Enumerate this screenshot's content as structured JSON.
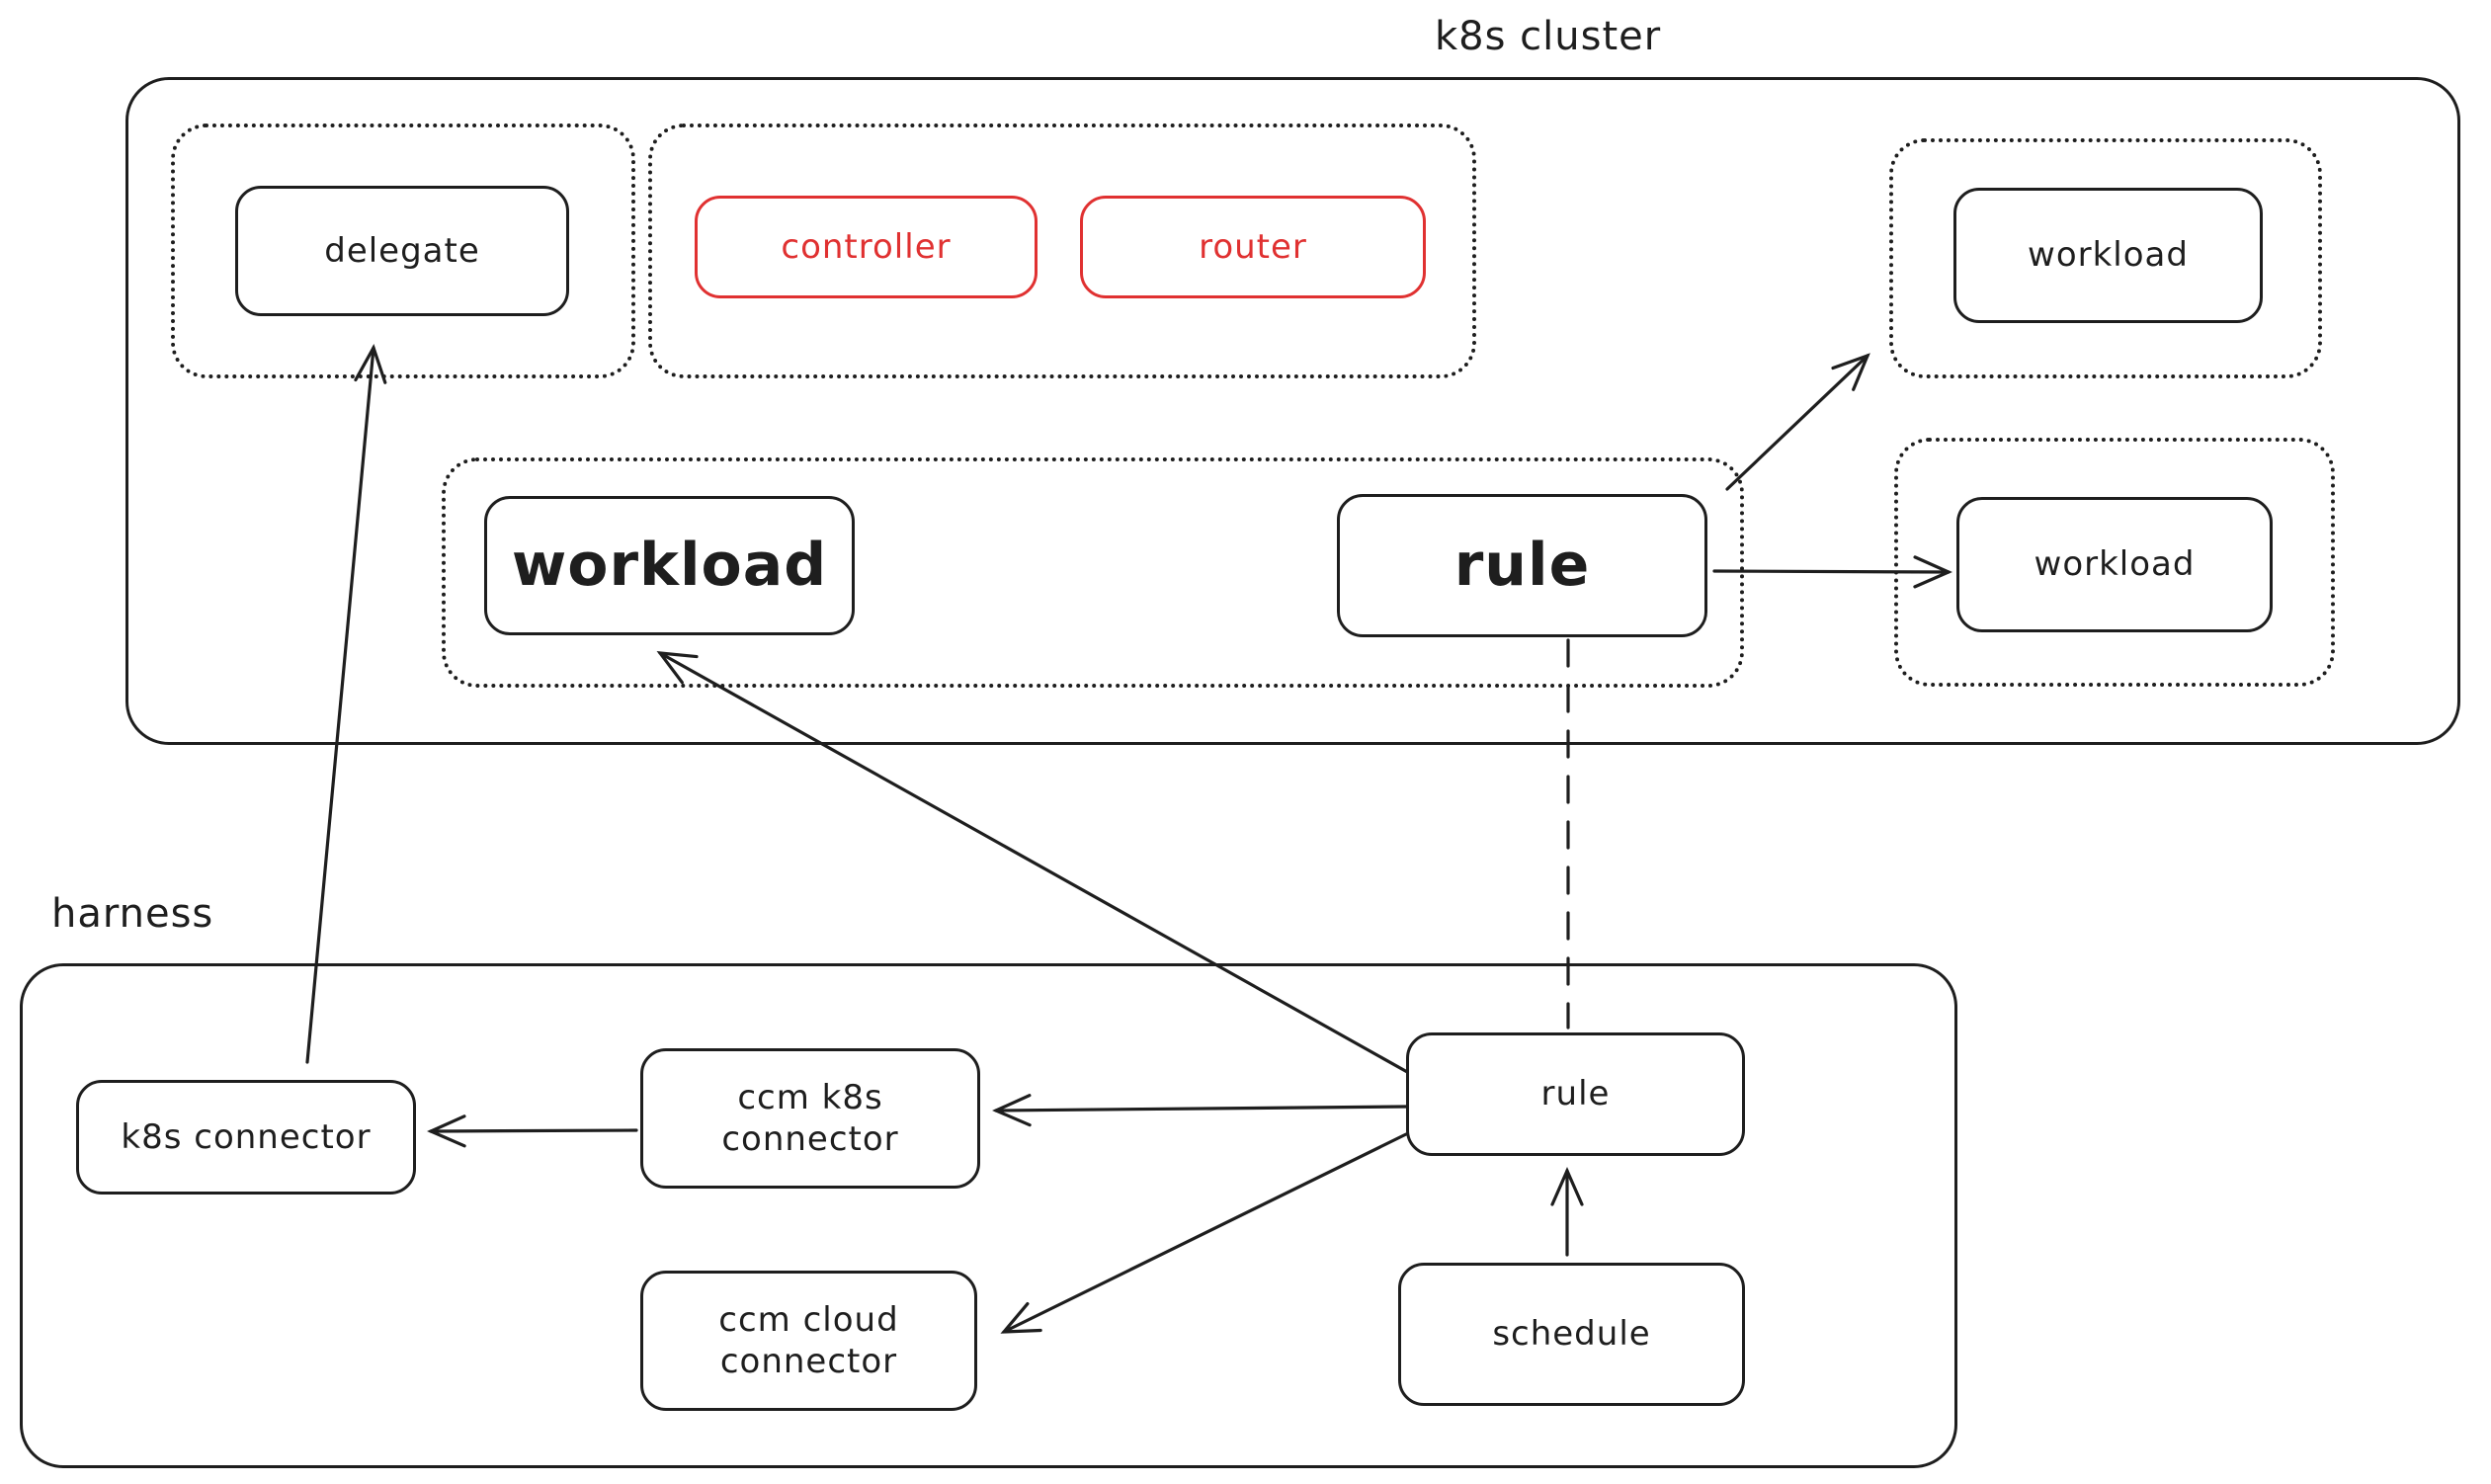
{
  "diagram": {
    "background": "#ffffff",
    "ink_color": "#1e1e1e",
    "accent_red": "#e03131",
    "clusters": {
      "k8s_cluster": {
        "label": "k8s cluster"
      },
      "harness": {
        "label": "harness"
      }
    },
    "nodes": {
      "delegate": {
        "label": "delegate"
      },
      "controller": {
        "label": "controller",
        "color": "#e03131"
      },
      "router": {
        "label": "router",
        "color": "#e03131"
      },
      "workload_top_right": {
        "label": "workload"
      },
      "workload_middle": {
        "label": "workload"
      },
      "rule_cluster": {
        "label": "rule"
      },
      "workload_right": {
        "label": "workload"
      },
      "k8s_connector": {
        "label": "k8s connector"
      },
      "ccm_k8s_connector": {
        "label": "ccm k8s connector",
        "lines": [
          "ccm k8s",
          "connector"
        ]
      },
      "ccm_cloud_connector": {
        "label": "ccm cloud connector",
        "lines": [
          "ccm cloud",
          "connector"
        ]
      },
      "rule_harness": {
        "label": "rule"
      },
      "schedule": {
        "label": "schedule"
      }
    },
    "edges": [
      {
        "from": "k8s_connector",
        "to": "delegate",
        "style": "solid-arrow"
      },
      {
        "from": "rule_harness",
        "to": "workload_middle",
        "style": "solid-arrow"
      },
      {
        "from": "rule_cluster",
        "to": "workload_top_right",
        "style": "solid-arrow"
      },
      {
        "from": "rule_cluster",
        "to": "workload_right",
        "style": "solid-arrow"
      },
      {
        "from": "rule_cluster",
        "to": "rule_harness",
        "style": "dashed"
      },
      {
        "from": "rule_harness",
        "to": "ccm_k8s_connector",
        "style": "solid-arrow"
      },
      {
        "from": "rule_harness",
        "to": "ccm_cloud_connector",
        "style": "solid-arrow"
      },
      {
        "from": "ccm_k8s_connector",
        "to": "k8s_connector",
        "style": "solid-arrow"
      },
      {
        "from": "schedule",
        "to": "rule_harness",
        "style": "solid-arrow"
      }
    ]
  }
}
